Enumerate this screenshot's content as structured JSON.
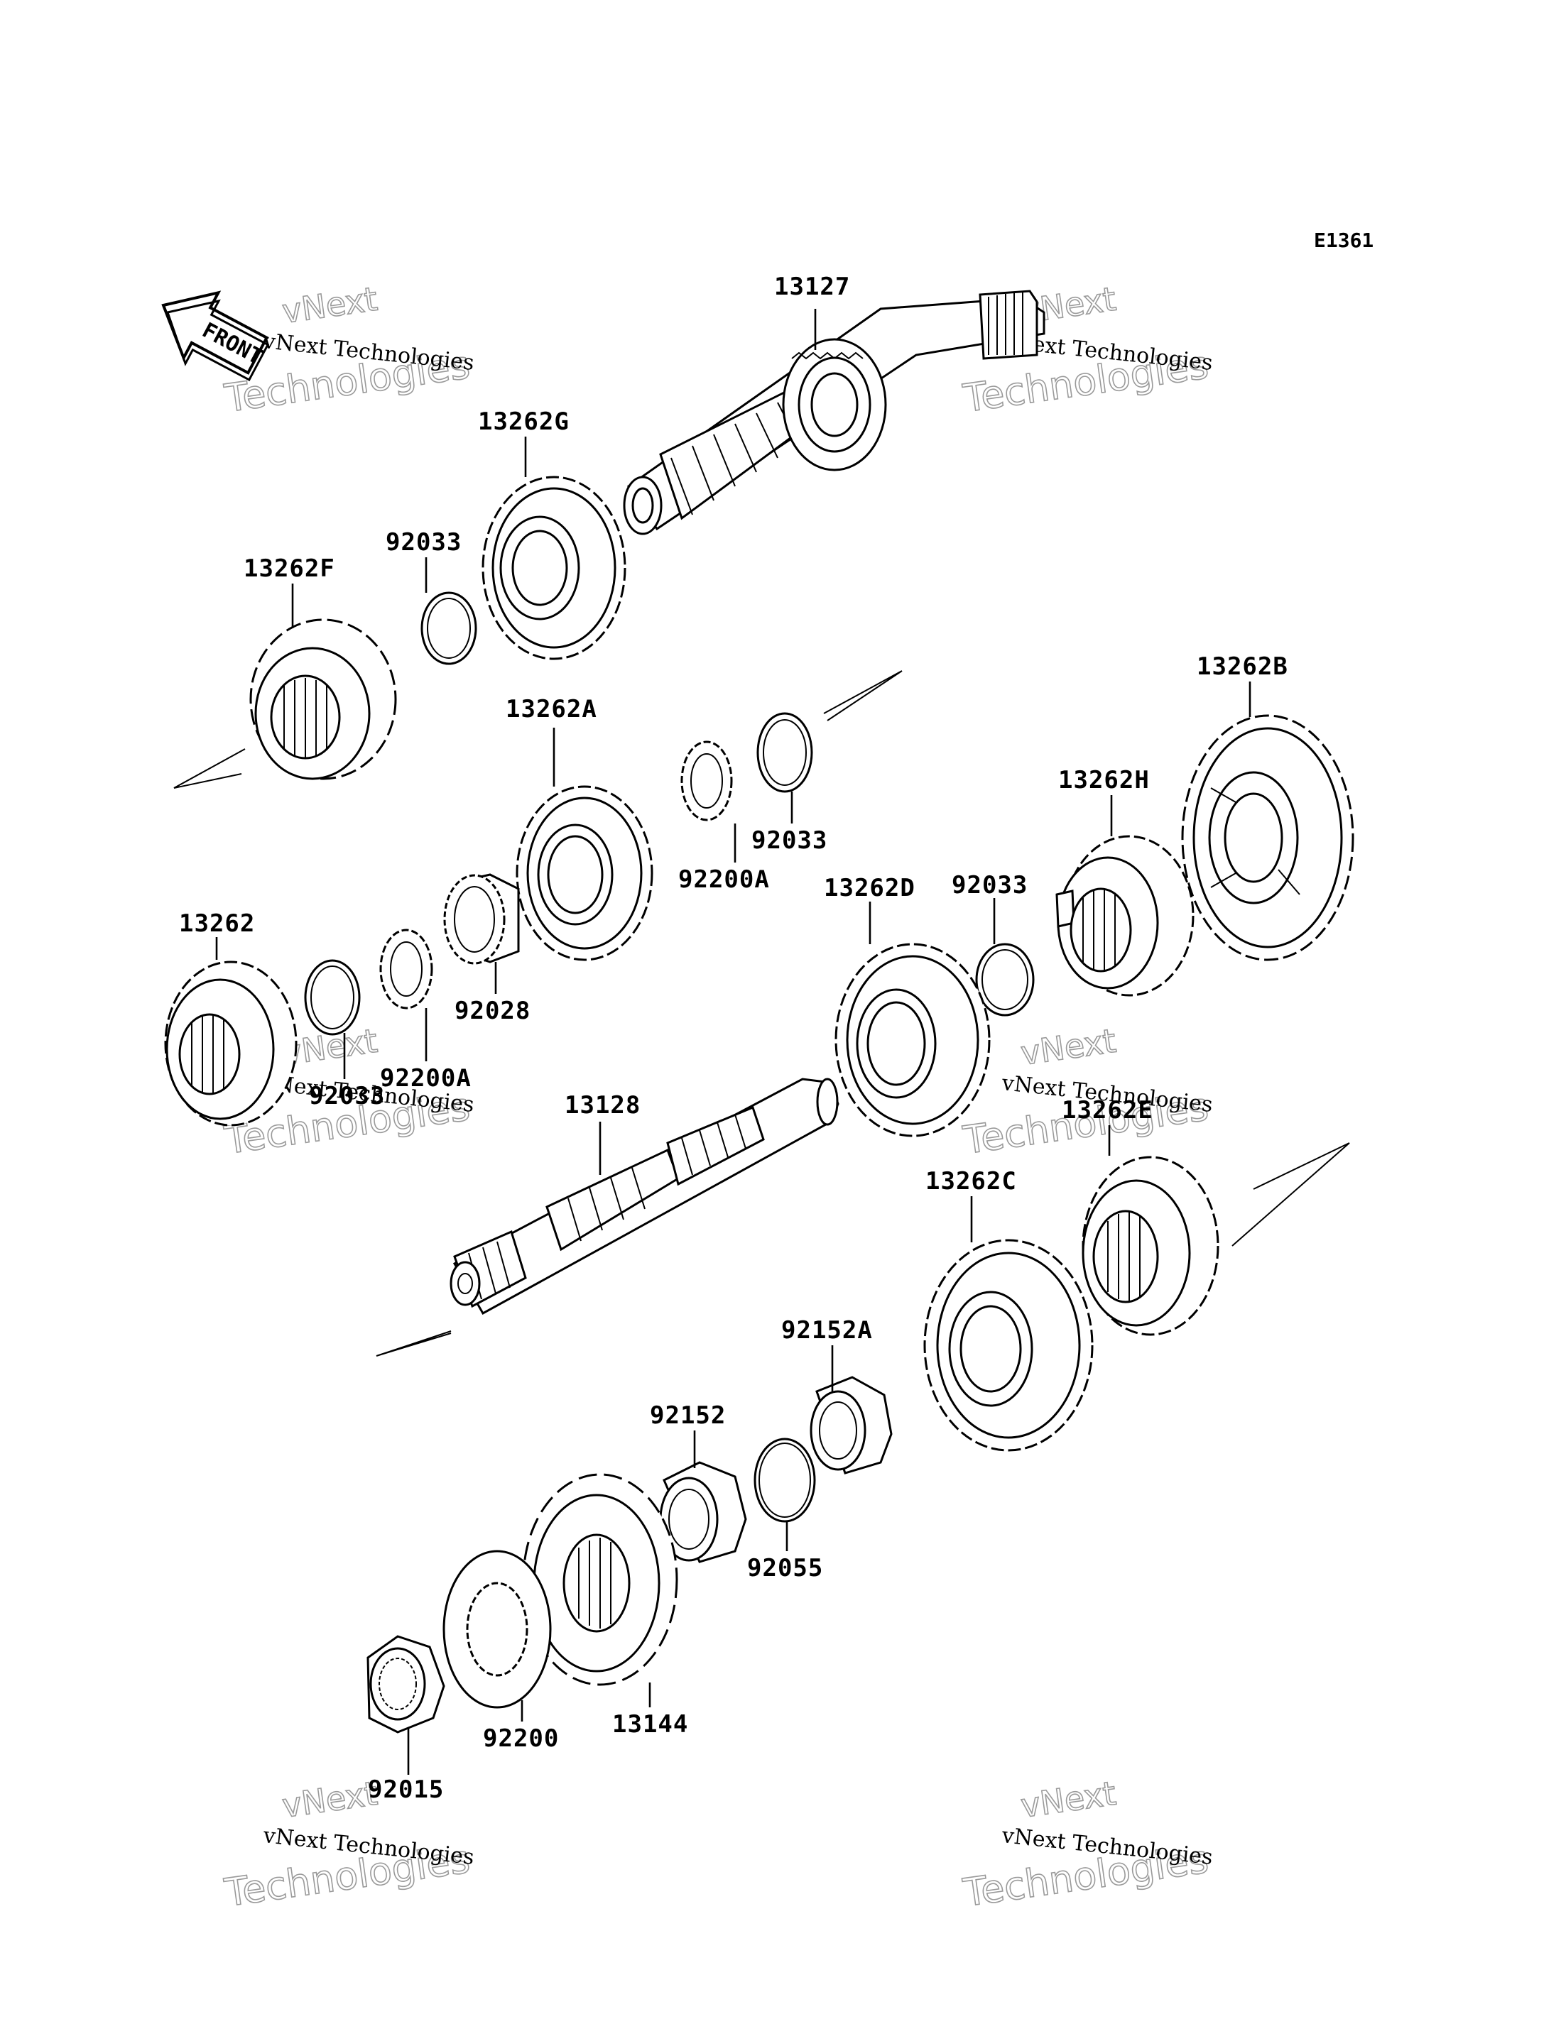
{
  "diagram_code": "E1361",
  "front_label": "FRONT",
  "watermark": {
    "line1": "vNext Technologies",
    "line2": "vNext",
    "line3": "Technologies"
  },
  "parts": [
    {
      "id": "13127",
      "label": "13127"
    },
    {
      "id": "13262G",
      "label": "13262G"
    },
    {
      "id": "92033-a",
      "label": "92033"
    },
    {
      "id": "13262F",
      "label": "13262F"
    },
    {
      "id": "13262A",
      "label": "13262A"
    },
    {
      "id": "92200A-a",
      "label": "92200A"
    },
    {
      "id": "92033-b",
      "label": "92033"
    },
    {
      "id": "13262B",
      "label": "13262B"
    },
    {
      "id": "13262H",
      "label": "13262H"
    },
    {
      "id": "92033-c",
      "label": "92033"
    },
    {
      "id": "13262D",
      "label": "13262D"
    },
    {
      "id": "13262",
      "label": "13262"
    },
    {
      "id": "92028",
      "label": "92028"
    },
    {
      "id": "92200A-b",
      "label": "92200A"
    },
    {
      "id": "92033-d",
      "label": "92033"
    },
    {
      "id": "13128",
      "label": "13128"
    },
    {
      "id": "13262E",
      "label": "13262E"
    },
    {
      "id": "13262C",
      "label": "13262C"
    },
    {
      "id": "92152A",
      "label": "92152A"
    },
    {
      "id": "92152",
      "label": "92152"
    },
    {
      "id": "92055",
      "label": "92055"
    },
    {
      "id": "13144",
      "label": "13144"
    },
    {
      "id": "92200",
      "label": "92200"
    },
    {
      "id": "92015",
      "label": "92015"
    }
  ]
}
